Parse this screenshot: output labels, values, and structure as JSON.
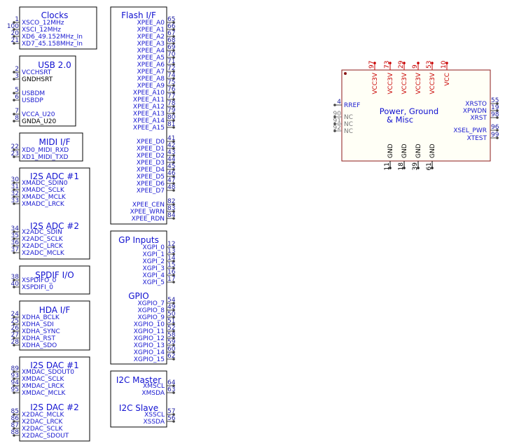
{
  "colors": {
    "outline": "#000000",
    "pin_text": "#1a1ad0",
    "pin_number": "#1a1aa0",
    "power_pin": "#c80000",
    "power_box": "#8b1a1a",
    "power_fill": "#fffff6",
    "nc_pin": "#7a7a7a"
  },
  "blocks": [
    {
      "id": "clocks",
      "sections": [
        {
          "title": "Clocks",
          "pins": [
            {
              "num": "1",
              "name": "XSCO_12MHz"
            },
            {
              "num": "100",
              "name": "XSCI_12MHz"
            },
            {
              "num": "20",
              "name": "XD6_49.152MHz_In"
            },
            {
              "num": "21",
              "name": "XD7_45.158MHz_In"
            }
          ]
        }
      ]
    },
    {
      "id": "usb",
      "sections": [
        {
          "title": "USB 2.0",
          "pins": [
            {
              "num": "2",
              "name": "VCCHSRT"
            },
            {
              "num": "3",
              "name": "GNDHSRT",
              "tone": "black"
            },
            {
              "num": "",
              "name": ""
            },
            {
              "num": "5",
              "name": "USBDM"
            },
            {
              "num": "6",
              "name": "USBDP"
            },
            {
              "num": "",
              "name": ""
            },
            {
              "num": "7",
              "name": "VCCA_U20"
            },
            {
              "num": "8",
              "name": "GNDA_U20",
              "tone": "black"
            }
          ]
        }
      ]
    },
    {
      "id": "midi",
      "sections": [
        {
          "title": "MIDI I/F",
          "pins": [
            {
              "num": "22",
              "name": "XD0_MIDI_RXD"
            },
            {
              "num": "23",
              "name": "XD1_MIDI_TXD"
            }
          ]
        }
      ]
    },
    {
      "id": "i2s_adc",
      "sections": [
        {
          "title": "I2S ADC #1",
          "pins": [
            {
              "num": "30",
              "name": "XMADC_SDIN0"
            },
            {
              "num": "31",
              "name": "XMADC_SCLK"
            },
            {
              "num": "32",
              "name": "XMADC_MCLK"
            },
            {
              "num": "33",
              "name": "XMADC_LRCK"
            }
          ]
        },
        {
          "title": "I2S ADC #2",
          "pins": [
            {
              "num": "34",
              "name": "X2ADC_SDIN"
            },
            {
              "num": "35",
              "name": "X2ADC_SCLK"
            },
            {
              "num": "36",
              "name": "X2ADC_LRCK"
            },
            {
              "num": "37",
              "name": "X2ADC_MCLK"
            }
          ]
        }
      ]
    },
    {
      "id": "spdif",
      "sections": [
        {
          "title": "SPDIF I/O",
          "pins": [
            {
              "num": "38",
              "name": "XSPDIFO_0"
            },
            {
              "num": "40",
              "name": "XSPDIFI_0"
            }
          ]
        }
      ]
    },
    {
      "id": "hda",
      "sections": [
        {
          "title": "HDA I/F",
          "pins": [
            {
              "num": "24",
              "name": "XDHA_BCLK"
            },
            {
              "num": "25",
              "name": "XDHA_SDI"
            },
            {
              "num": "26",
              "name": "XDHA_SYNC"
            },
            {
              "num": "27",
              "name": "XDHA_RST"
            },
            {
              "num": "28",
              "name": "XDHA_SDO"
            }
          ]
        }
      ]
    },
    {
      "id": "i2s_dac",
      "sections": [
        {
          "title": "I2S DAC #1",
          "pins": [
            {
              "num": "89",
              "name": "XMDAC_SDOUT0"
            },
            {
              "num": "93",
              "name": "XMDAC_SCLK"
            },
            {
              "num": "94",
              "name": "XMDAC_LRCK"
            },
            {
              "num": "95",
              "name": "XMDAC_MCLK"
            }
          ]
        },
        {
          "title": "I2S DAC #2",
          "pins": [
            {
              "num": "85",
              "name": "X2DAC_MCLK"
            },
            {
              "num": "86",
              "name": "X2DAC_LRCK"
            },
            {
              "num": "87",
              "name": "X2DAC_SCLK"
            },
            {
              "num": "88",
              "name": "X2DAC_SDOUT"
            }
          ]
        }
      ]
    },
    {
      "id": "flash",
      "sections": [
        {
          "title": "Flash I/F",
          "pins": [
            {
              "num": "65",
              "name": "XPEE_A0"
            },
            {
              "num": "66",
              "name": "XPEE_A1"
            },
            {
              "num": "67",
              "name": "XPEE_A2"
            },
            {
              "num": "68",
              "name": "XPEE_A3"
            },
            {
              "num": "69",
              "name": "XPEE_A4"
            },
            {
              "num": "70",
              "name": "XPEE_A5"
            },
            {
              "num": "71",
              "name": "XPEE_A6"
            },
            {
              "num": "72",
              "name": "XPEE_A7"
            },
            {
              "num": "74",
              "name": "XPEE_A8"
            },
            {
              "num": "75",
              "name": "XPEE_A9"
            },
            {
              "num": "76",
              "name": "XPEE_A10"
            },
            {
              "num": "77",
              "name": "XPEE_A11"
            },
            {
              "num": "78",
              "name": "XPEE_A12"
            },
            {
              "num": "79",
              "name": "XPEE_A13"
            },
            {
              "num": "80",
              "name": "XPEE_A14"
            },
            {
              "num": "81",
              "name": "XPEE_A15"
            },
            {
              "num": "",
              "name": ""
            },
            {
              "num": "41",
              "name": "XPEE_D0"
            },
            {
              "num": "42",
              "name": "XPEE_D1"
            },
            {
              "num": "43",
              "name": "XPEE_D2"
            },
            {
              "num": "44",
              "name": "XPEE_D3"
            },
            {
              "num": "45",
              "name": "XPEE_D4"
            },
            {
              "num": "46",
              "name": "XPEE_D5"
            },
            {
              "num": "47",
              "name": "XPEE_D6"
            },
            {
              "num": "48",
              "name": "XPEE_D7"
            },
            {
              "num": "",
              "name": ""
            },
            {
              "num": "82",
              "name": "XPEE_CEN"
            },
            {
              "num": "83",
              "name": "XPEE_WRN"
            },
            {
              "num": "84",
              "name": "XPEE_RDN"
            }
          ]
        }
      ]
    },
    {
      "id": "gp",
      "sections": [
        {
          "title": "GP Inputs",
          "pins": [
            {
              "num": "12",
              "name": "XGPI_0"
            },
            {
              "num": "13",
              "name": "XGPI_1"
            },
            {
              "num": "14",
              "name": "XGPI_2"
            },
            {
              "num": "15",
              "name": "XGPI_3"
            },
            {
              "num": "16",
              "name": "XGPI_4"
            },
            {
              "num": "17",
              "name": "XGPI_5"
            }
          ]
        },
        {
          "title": "GPIO",
          "pins": [
            {
              "num": "54",
              "name": "XGPIO_7"
            },
            {
              "num": "49",
              "name": "XGPIO_8"
            },
            {
              "num": "50",
              "name": "XGPIO_9"
            },
            {
              "num": "51",
              "name": "XGPIO_10"
            },
            {
              "num": "52",
              "name": "XGPIO_11"
            },
            {
              "num": "58",
              "name": "XGPIO_12"
            },
            {
              "num": "59",
              "name": "XGPIO_13"
            },
            {
              "num": "60",
              "name": "XGPIO_14"
            },
            {
              "num": "62",
              "name": "XGPIO_15"
            }
          ]
        }
      ]
    },
    {
      "id": "i2c",
      "sections": [
        {
          "title": "I2C Master",
          "pins": [
            {
              "num": "64",
              "name": "XMSCL"
            },
            {
              "num": "63",
              "name": "XMSDA"
            }
          ]
        },
        {
          "title": "I2C Slave",
          "pins": [
            {
              "num": "57",
              "name": "XSSCL"
            },
            {
              "num": "56",
              "name": "XSSDA"
            }
          ]
        }
      ]
    }
  ],
  "power": {
    "title_line1": "Power, Ground",
    "title_line2": "& Misc",
    "top_pins": [
      {
        "num": "97",
        "name": "VCC3V"
      },
      {
        "num": "73",
        "name": "VCC3V"
      },
      {
        "num": "29",
        "name": "VCC3V"
      },
      {
        "num": "9",
        "name": "VCC3V"
      },
      {
        "num": "53",
        "name": "VCC3V"
      },
      {
        "num": "10",
        "name": "VCC"
      }
    ],
    "bottom_pins": [
      {
        "num": "11",
        "name": "GND"
      },
      {
        "num": "18",
        "name": "GND"
      },
      {
        "num": "39",
        "name": "GND"
      },
      {
        "num": "61",
        "name": "GND"
      }
    ],
    "left_pins": [
      {
        "num": "4",
        "name": "RREF",
        "nc": false
      },
      {
        "num": "90",
        "name": "NC",
        "nc": true
      },
      {
        "num": "91",
        "name": "NC",
        "nc": true
      },
      {
        "num": "92",
        "name": "NC",
        "nc": true
      }
    ],
    "right_pins": [
      {
        "num": "55",
        "name": "XRSTO"
      },
      {
        "num": "19",
        "name": "XPWDN"
      },
      {
        "num": "98",
        "name": "XRST"
      },
      {
        "num": "",
        "name": ""
      },
      {
        "num": "96",
        "name": "XSEL_PWR"
      },
      {
        "num": "99",
        "name": "XTEST"
      }
    ]
  }
}
